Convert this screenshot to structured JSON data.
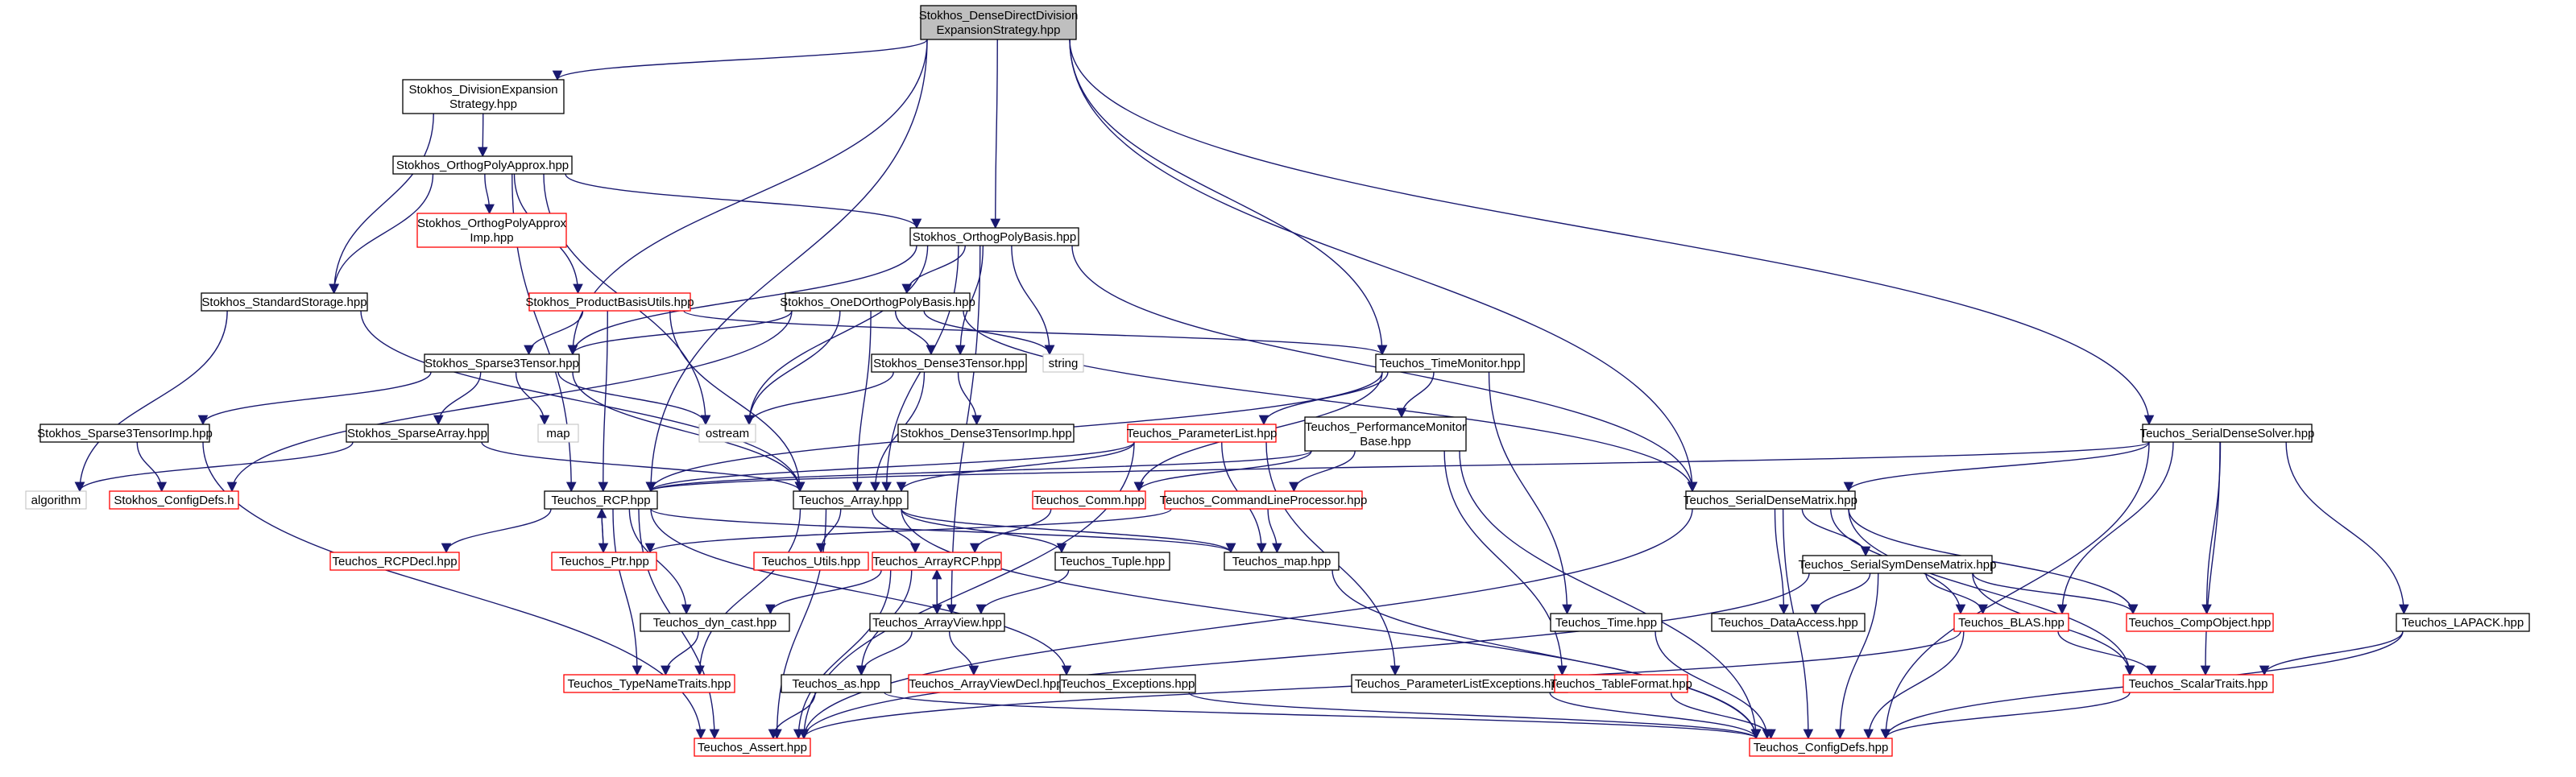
{
  "colors": {
    "edge": "#191970",
    "root_fill": "#bfbfbf",
    "doc_border": "#000000",
    "undoc_border": "#ff0000",
    "external_border": "#bfbfbf"
  },
  "nodes": {
    "root": [
      "Stokhos_DenseDirectDivision",
      "ExpansionStrategy.hpp"
    ],
    "division_expansion": [
      "Stokhos_DivisionExpansion",
      "Strategy.hpp"
    ],
    "orthog_poly_approx": [
      "Stokhos_OrthogPolyApprox.hpp"
    ],
    "orthog_poly_approx_imp": [
      "Stokhos_OrthogPolyApprox",
      "Imp.hpp"
    ],
    "orthog_poly_basis": [
      "Stokhos_OrthogPolyBasis.hpp"
    ],
    "standard_storage": [
      "Stokhos_StandardStorage.hpp"
    ],
    "product_basis_utils": [
      "Stokhos_ProductBasisUtils.hpp"
    ],
    "oned_orthog_poly_basis": [
      "Stokhos_OneDOrthogPolyBasis.hpp"
    ],
    "sparse3tensor": [
      "Stokhos_Sparse3Tensor.hpp"
    ],
    "dense3tensor": [
      "Stokhos_Dense3Tensor.hpp"
    ],
    "dense3tensor_imp": [
      "Stokhos_Dense3TensorImp.hpp"
    ],
    "string": [
      "string"
    ],
    "ostream": [
      "ostream"
    ],
    "map": [
      "map"
    ],
    "algorithm": [
      "algorithm"
    ],
    "sparse3tensor_imp": [
      "Stokhos_Sparse3TensorImp.hpp"
    ],
    "sparse_array": [
      "Stokhos_SparseArray.hpp"
    ],
    "config_defs_h": [
      "Stokhos_ConfigDefs.h"
    ],
    "time_monitor": [
      "Teuchos_TimeMonitor.hpp"
    ],
    "parameter_list": [
      "Teuchos_ParameterList.hpp"
    ],
    "performance_monitor": [
      "Teuchos_PerformanceMonitor",
      "Base.hpp"
    ],
    "serial_dense_solver": [
      "Teuchos_SerialDenseSolver.hpp"
    ],
    "rcp": [
      "Teuchos_RCP.hpp"
    ],
    "array": [
      "Teuchos_Array.hpp"
    ],
    "comm": [
      "Teuchos_Comm.hpp"
    ],
    "command_line_processor": [
      "Teuchos_CommandLineProcessor.hpp"
    ],
    "serial_dense_matrix": [
      "Teuchos_SerialDenseMatrix.hpp"
    ],
    "rcp_decl": [
      "Teuchos_RCPDecl.hpp"
    ],
    "ptr": [
      "Teuchos_Ptr.hpp"
    ],
    "utils": [
      "Teuchos_Utils.hpp"
    ],
    "array_rcp": [
      "Teuchos_ArrayRCP.hpp"
    ],
    "tuple": [
      "Teuchos_Tuple.hpp"
    ],
    "map_hpp": [
      "Teuchos_map.hpp"
    ],
    "serial_sym_dense_matrix": [
      "Teuchos_SerialSymDenseMatrix.hpp"
    ],
    "dyn_cast": [
      "Teuchos_dyn_cast.hpp"
    ],
    "array_view": [
      "Teuchos_ArrayView.hpp"
    ],
    "time": [
      "Teuchos_Time.hpp"
    ],
    "data_access": [
      "Teuchos_DataAccess.hpp"
    ],
    "blas": [
      "Teuchos_BLAS.hpp"
    ],
    "comp_object": [
      "Teuchos_CompObject.hpp"
    ],
    "lapack": [
      "Teuchos_LAPACK.hpp"
    ],
    "type_name_traits": [
      "Teuchos_TypeNameTraits.hpp"
    ],
    "array_view_decl": [
      "Teuchos_ArrayViewDecl.hpp"
    ],
    "as": [
      "Teuchos_as.hpp"
    ],
    "exceptions": [
      "Teuchos_Exceptions.hpp"
    ],
    "parameter_list_exceptions": [
      "Teuchos_ParameterListExceptions.hpp"
    ],
    "table_format": [
      "Teuchos_TableFormat.hpp"
    ],
    "scalar_traits": [
      "Teuchos_ScalarTraits.hpp"
    ],
    "assert": [
      "Teuchos_Assert.hpp"
    ],
    "config_defs_hpp": [
      "Teuchos_ConfigDefs.hpp"
    ]
  }
}
